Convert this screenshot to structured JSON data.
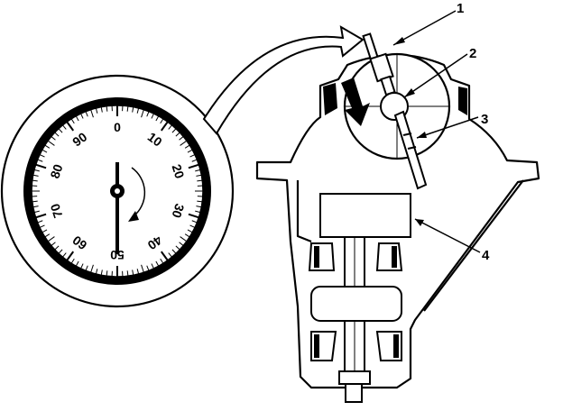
{
  "dial": {
    "labels": [
      "0",
      "10",
      "20",
      "30",
      "40",
      "50",
      "60",
      "70",
      "80",
      "90"
    ]
  },
  "callouts": [
    {
      "id": "1",
      "text": "1"
    },
    {
      "id": "2",
      "text": "2"
    },
    {
      "id": "3",
      "text": "3"
    },
    {
      "id": "4",
      "text": "4"
    }
  ],
  "colors": {
    "ink": "#000000",
    "paper": "#ffffff"
  }
}
